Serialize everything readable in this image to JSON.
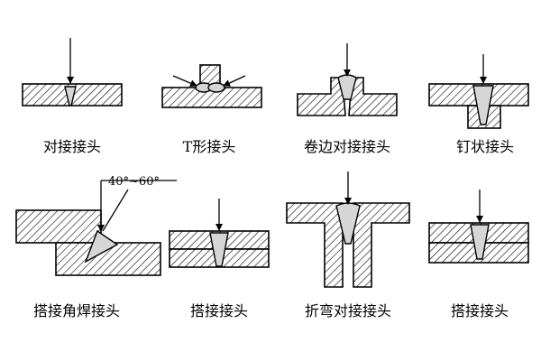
{
  "joints": [
    {
      "id": "butt",
      "label": "对接接头"
    },
    {
      "id": "t",
      "label": "T形接头"
    },
    {
      "id": "flange",
      "label": "卷边对接接头"
    },
    {
      "id": "plug",
      "label": "钉状接头"
    },
    {
      "id": "lap-fillet",
      "label": "搭接角焊接头",
      "angle": "40°~60°"
    },
    {
      "id": "lap1",
      "label": "搭接接头"
    },
    {
      "id": "bend",
      "label": "折弯对接接头"
    },
    {
      "id": "lap2",
      "label": "搭接接头"
    }
  ]
}
